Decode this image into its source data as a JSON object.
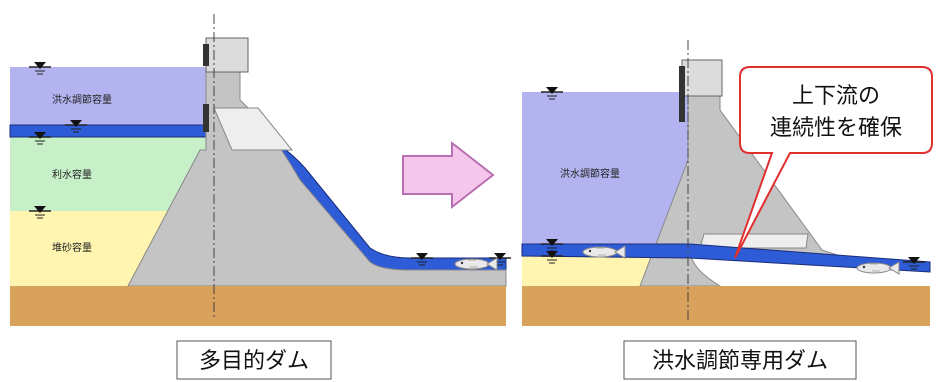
{
  "left_panel": {
    "layers": {
      "flood_control": "洪水調節容量",
      "water_use": "利水容量",
      "sediment": "堆砂容量"
    },
    "caption": "多目的ダム"
  },
  "right_panel": {
    "layers": {
      "flood_control": "洪水調節容量"
    },
    "callout": {
      "line1": "上下流の",
      "line2": "連続性を確保"
    },
    "caption": "洪水調節専用ダム"
  },
  "colors": {
    "flood_layer": "#b3b3f0",
    "water_use_layer": "#c8f0c8",
    "sediment_layer": "#fff5b0",
    "water_channel": "#2e5bd6",
    "dam_body": "#c4c4c4",
    "ground": "#d8a15c",
    "arrow_fill": "#f4c6ec",
    "arrow_stroke": "#b86fb0",
    "callout_border": "#e03030"
  },
  "icons": {
    "water_level": "water-level-icon",
    "fish": "fish-icon",
    "arrow": "right-arrow-icon"
  }
}
